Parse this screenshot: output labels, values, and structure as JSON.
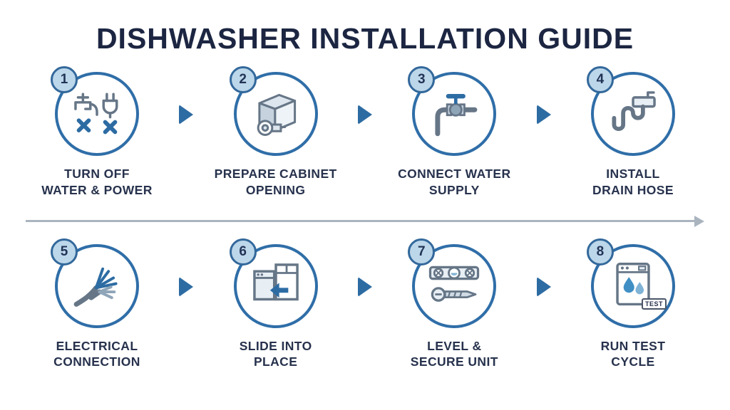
{
  "title": "DISHWASHER INSTALLATION GUIDE",
  "steps": [
    {
      "number": "1",
      "line1": "TURN OFF",
      "line2": "WATER & POWER",
      "icon": "faucet-and-plug-off-icon"
    },
    {
      "number": "2",
      "line1": "PREPARE CABINET",
      "line2": "OPENING",
      "icon": "cabinet-opening-measure-icon"
    },
    {
      "number": "3",
      "line1": "CONNECT WATER",
      "line2": "SUPPLY",
      "icon": "water-supply-valve-icon"
    },
    {
      "number": "4",
      "line1": "INSTALL",
      "line2": "DRAIN HOSE",
      "icon": "sink-drain-hose-icon"
    },
    {
      "number": "5",
      "line1": "ELECTRICAL",
      "line2": "CONNECTION",
      "icon": "electrical-wires-icon"
    },
    {
      "number": "6",
      "line1": "SLIDE INTO",
      "line2": "PLACE",
      "icon": "slide-into-cabinet-icon"
    },
    {
      "number": "7",
      "line1": "LEVEL &",
      "line2": "SECURE UNIT",
      "icon": "spirit-level-screw-icon"
    },
    {
      "number": "8",
      "line1": "RUN TEST",
      "line2": "CYCLE",
      "icon": "dishwasher-test-cycle-icon",
      "badge": "TEST"
    }
  ],
  "colors": {
    "title": "#1c2642",
    "label": "#27324d",
    "circle_border": "#2f6ea8",
    "step_badge_bg": "#bcd7ea",
    "step_badge_border": "#33689b",
    "chevron": "#2d6ca3",
    "divider": "#aab4bf",
    "icon_stroke": "#667687",
    "icon_blue": "#3f8fc4"
  }
}
